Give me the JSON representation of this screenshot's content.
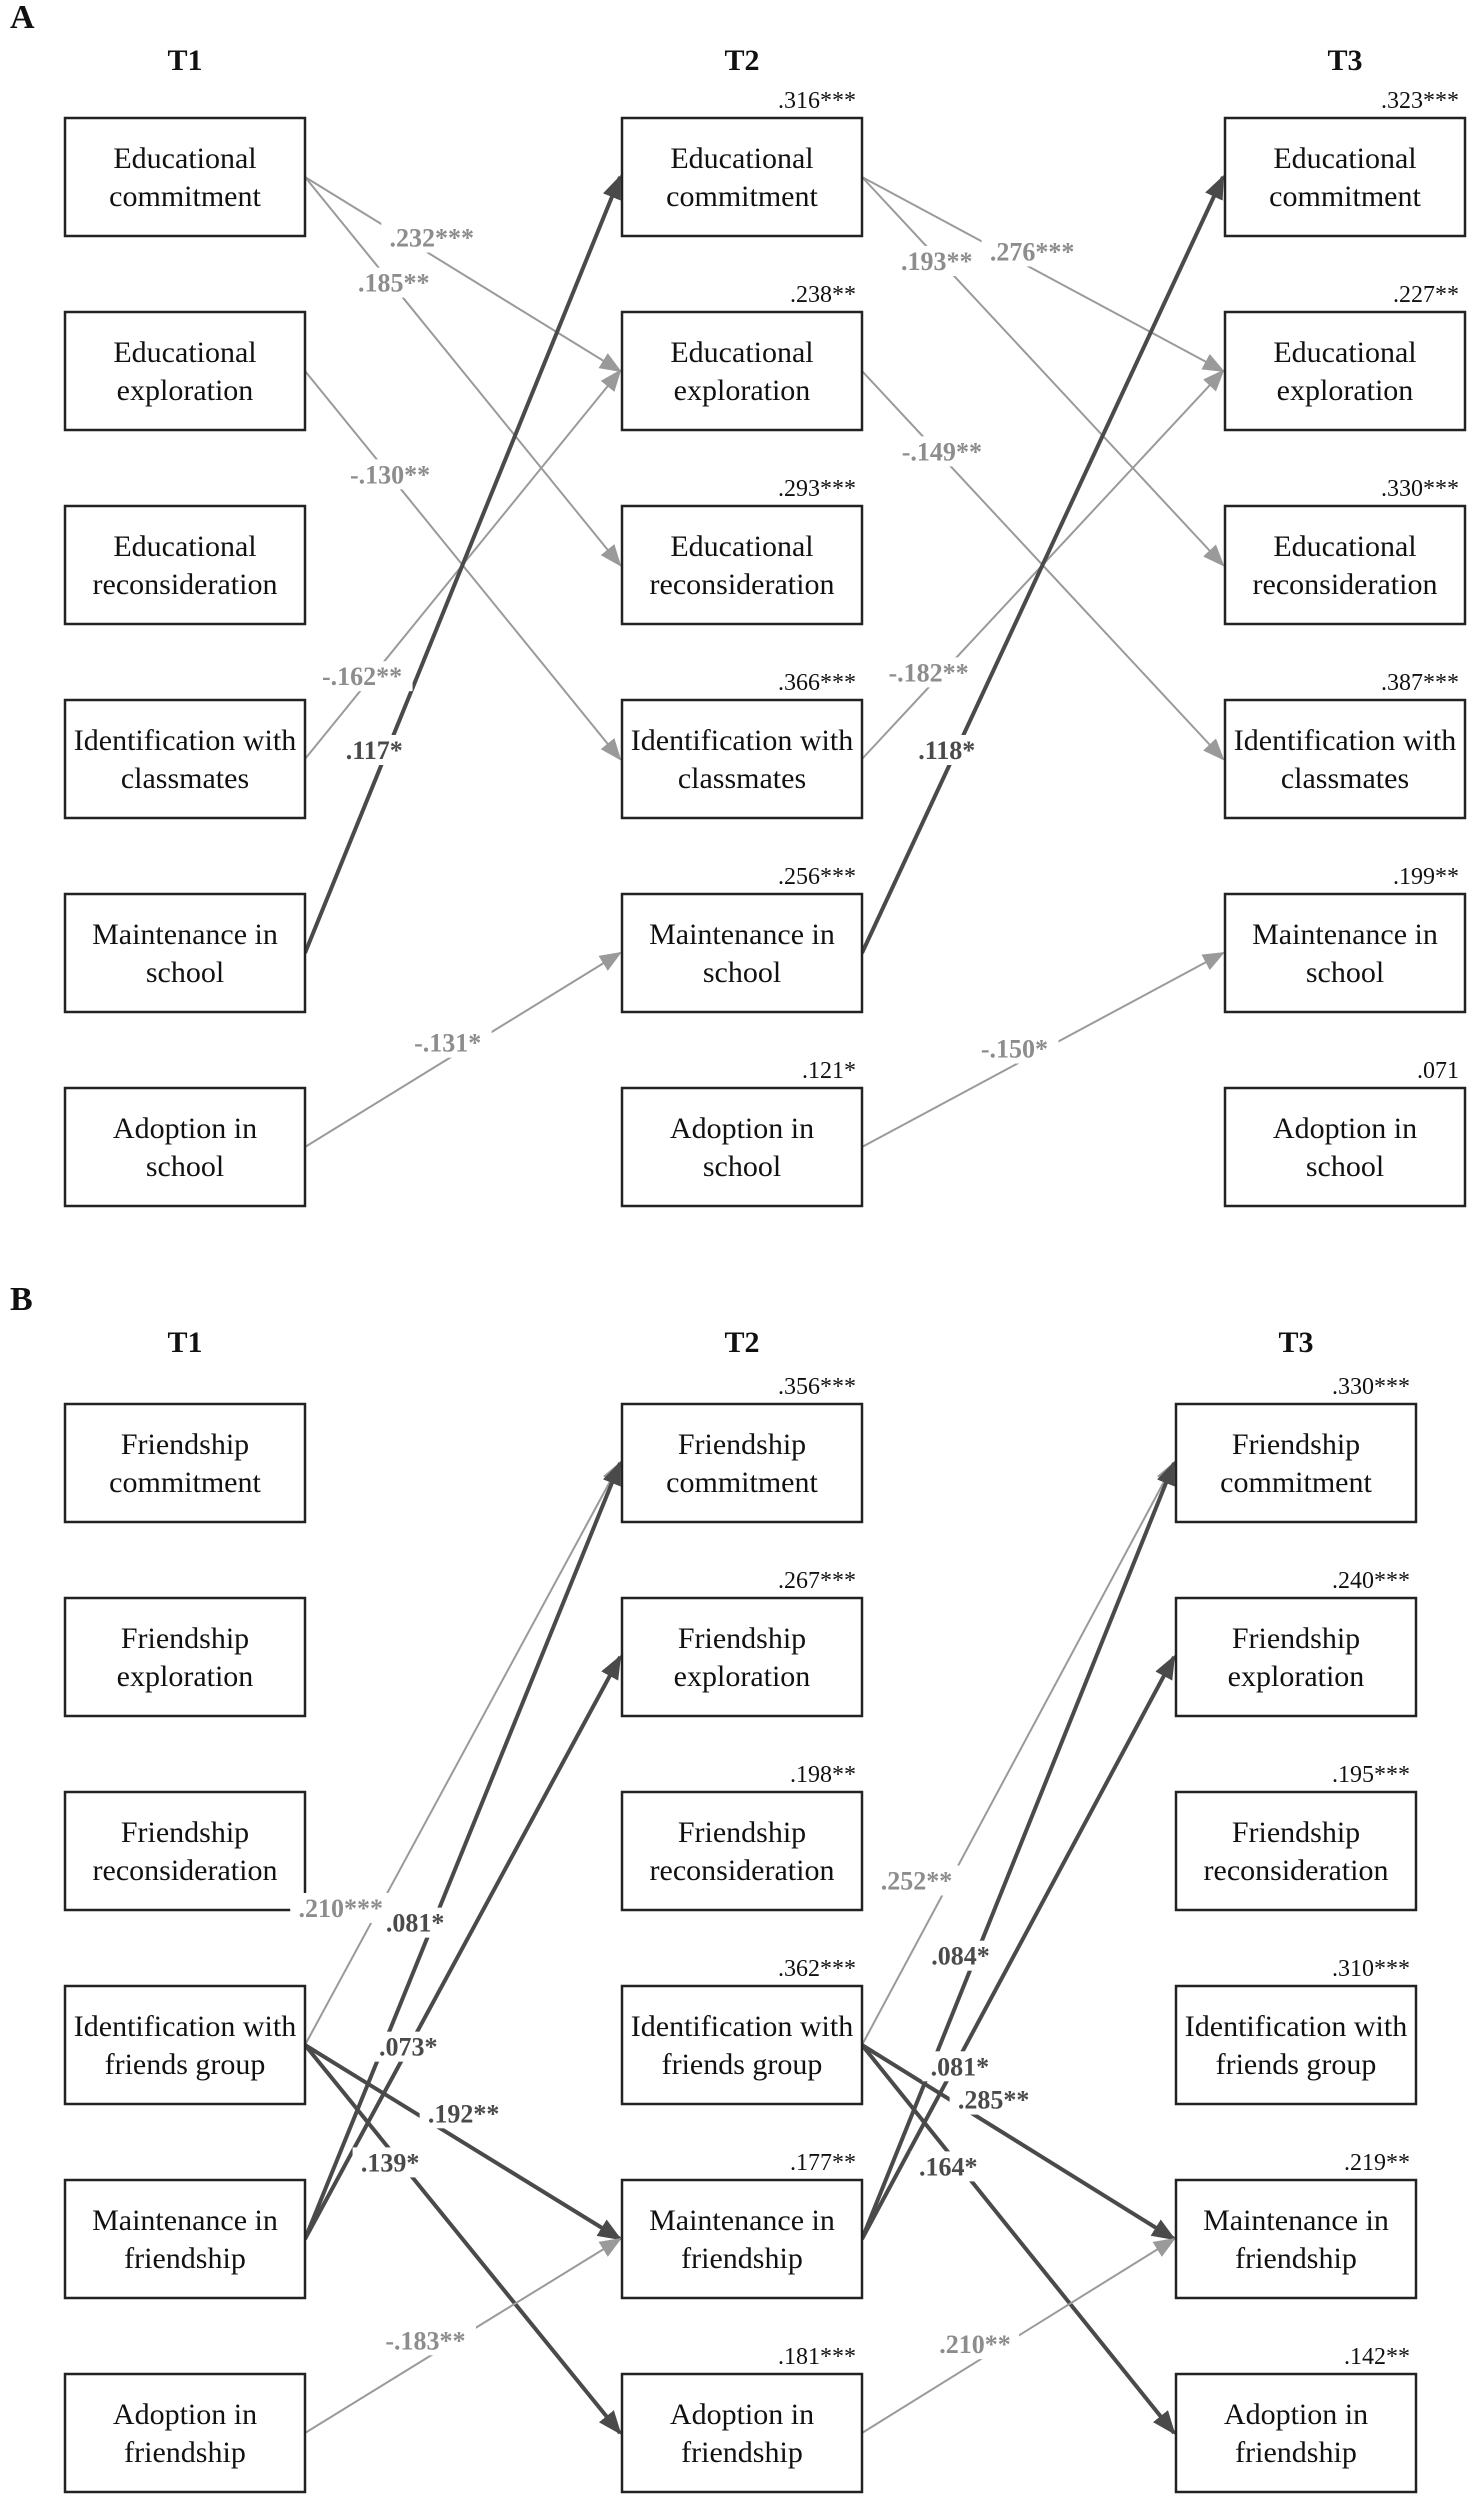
{
  "colors": {
    "light_path": "#9a9a9a",
    "dark_path": "#4a4a4a",
    "box_border": "#222222",
    "text": "#111111"
  },
  "panels": [
    {
      "letter": "A",
      "times": [
        "T1",
        "T2",
        "T3"
      ],
      "variables": [
        "Educational commitment",
        "Educational exploration",
        "Educational reconsideration",
        "Identification with classmates",
        "Maintenance in school",
        "Adoption in school"
      ],
      "variable_lines": [
        [
          "Educational",
          "commitment"
        ],
        [
          "Educational",
          "exploration"
        ],
        [
          "Educational",
          "reconsideration"
        ],
        [
          "Identification with",
          "classmates"
        ],
        [
          "Maintenance in",
          "school"
        ],
        [
          "Adoption in",
          "school"
        ]
      ],
      "r2": {
        "T2": [
          ".316***",
          ".238**",
          ".293***",
          ".366***",
          ".256***",
          ".121*"
        ],
        "T3": [
          ".323***",
          ".227**",
          ".330***",
          ".387***",
          ".199**",
          ".071"
        ]
      },
      "paths": [
        {
          "from": "T1",
          "from_var": 0,
          "to": "T2",
          "to_var": 1,
          "coef": ".232",
          "stars": "***",
          "shade": "light"
        },
        {
          "from": "T1",
          "from_var": 0,
          "to": "T2",
          "to_var": 2,
          "coef": ".185",
          "stars": "**",
          "shade": "light"
        },
        {
          "from": "T1",
          "from_var": 1,
          "to": "T2",
          "to_var": 3,
          "coef": "-.130",
          "stars": "**",
          "shade": "light"
        },
        {
          "from": "T1",
          "from_var": 3,
          "to": "T2",
          "to_var": 1,
          "coef": "-.162",
          "stars": "**",
          "shade": "light"
        },
        {
          "from": "T1",
          "from_var": 4,
          "to": "T2",
          "to_var": 0,
          "coef": ".117",
          "stars": "*",
          "shade": "dark"
        },
        {
          "from": "T1",
          "from_var": 5,
          "to": "T2",
          "to_var": 4,
          "coef": "-.131",
          "stars": "*",
          "shade": "light"
        },
        {
          "from": "T2",
          "from_var": 0,
          "to": "T3",
          "to_var": 1,
          "coef": ".276",
          "stars": "***",
          "shade": "light"
        },
        {
          "from": "T2",
          "from_var": 0,
          "to": "T3",
          "to_var": 2,
          "coef": ".193",
          "stars": "**",
          "shade": "light"
        },
        {
          "from": "T2",
          "from_var": 1,
          "to": "T3",
          "to_var": 3,
          "coef": "-.149",
          "stars": "**",
          "shade": "light"
        },
        {
          "from": "T2",
          "from_var": 3,
          "to": "T3",
          "to_var": 1,
          "coef": "-.182",
          "stars": "**",
          "shade": "light"
        },
        {
          "from": "T2",
          "from_var": 4,
          "to": "T3",
          "to_var": 0,
          "coef": ".118",
          "stars": "*",
          "shade": "dark"
        },
        {
          "from": "T2",
          "from_var": 5,
          "to": "T3",
          "to_var": 4,
          "coef": "-.150",
          "stars": "*",
          "shade": "light"
        }
      ]
    },
    {
      "letter": "B",
      "times": [
        "T1",
        "T2",
        "T3"
      ],
      "variables": [
        "Friendship commitment",
        "Friendship exploration",
        "Friendship reconsideration",
        "Identification with friends group",
        "Maintenance in friendship",
        "Adoption in friendship"
      ],
      "variable_lines": [
        [
          "Friendship",
          "commitment"
        ],
        [
          "Friendship",
          "exploration"
        ],
        [
          "Friendship",
          "reconsideration"
        ],
        [
          "Identification with",
          "friends group"
        ],
        [
          "Maintenance in",
          "friendship"
        ],
        [
          "Adoption in",
          "friendship"
        ]
      ],
      "r2": {
        "T2": [
          ".356***",
          ".267***",
          ".198**",
          ".362***",
          ".177**",
          ".181***"
        ],
        "T3": [
          ".330***",
          ".240***",
          ".195***",
          ".310***",
          ".219**",
          ".142**"
        ]
      },
      "paths": [
        {
          "from": "T1",
          "from_var": 3,
          "to": "T2",
          "to_var": 0,
          "coef": ".210",
          "stars": "***",
          "shade": "light"
        },
        {
          "from": "T1",
          "from_var": 4,
          "to": "T2",
          "to_var": 0,
          "coef": ".081",
          "stars": "*",
          "shade": "dark"
        },
        {
          "from": "T1",
          "from_var": 4,
          "to": "T2",
          "to_var": 1,
          "coef": ".073",
          "stars": "*",
          "shade": "dark"
        },
        {
          "from": "T1",
          "from_var": 3,
          "to": "T2",
          "to_var": 4,
          "coef": ".192",
          "stars": "**",
          "shade": "dark"
        },
        {
          "from": "T1",
          "from_var": 3,
          "to": "T2",
          "to_var": 5,
          "coef": ".139",
          "stars": "*",
          "shade": "dark"
        },
        {
          "from": "T1",
          "from_var": 5,
          "to": "T2",
          "to_var": 4,
          "coef": "-.183",
          "stars": "**",
          "shade": "light"
        },
        {
          "from": "T2",
          "from_var": 3,
          "to": "T3",
          "to_var": 0,
          "coef": ".252",
          "stars": "**",
          "shade": "light"
        },
        {
          "from": "T2",
          "from_var": 4,
          "to": "T3",
          "to_var": 0,
          "coef": ".084",
          "stars": "*",
          "shade": "dark"
        },
        {
          "from": "T2",
          "from_var": 4,
          "to": "T3",
          "to_var": 1,
          "coef": ".081",
          "stars": "*",
          "shade": "dark"
        },
        {
          "from": "T2",
          "from_var": 3,
          "to": "T3",
          "to_var": 4,
          "coef": ".285",
          "stars": "**",
          "shade": "dark"
        },
        {
          "from": "T2",
          "from_var": 3,
          "to": "T3",
          "to_var": 5,
          "coef": ".164",
          "stars": "*",
          "shade": "dark"
        },
        {
          "from": "T2",
          "from_var": 5,
          "to": "T3",
          "to_var": 4,
          "coef": ".210",
          "stars": "**",
          "shade": "light"
        }
      ]
    }
  ]
}
